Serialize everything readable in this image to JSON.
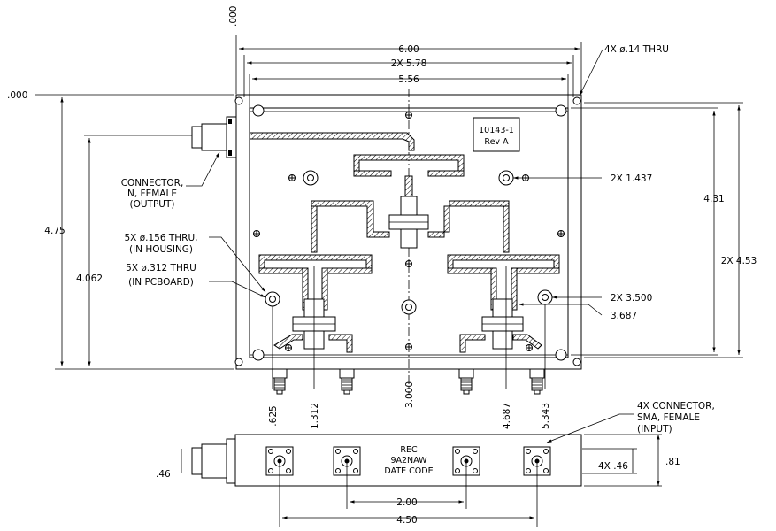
{
  "drawing": {
    "top_dims": {
      "overall": "6.00",
      "holes": "2X 5.78",
      "inner": "5.56"
    },
    "origin_x": ".000",
    "origin_y": ".000",
    "mount_holes": "4X ø.14 THRU",
    "left_dims": {
      "height": "4.75",
      "conn_height": "4.062"
    },
    "right_dims": {
      "inner": "4.31",
      "holes": "2X 4.53"
    },
    "label_block": [
      "10143-1",
      "Rev A"
    ],
    "output_connector": [
      "CONNECTOR,",
      "N, FEMALE",
      "(OUTPUT)"
    ],
    "housing_holes": [
      "5X ø.156 THRU,",
      "(IN HOUSING)"
    ],
    "pcb_holes": [
      "5X ø.312 THRU",
      "(IN PCBOARD)"
    ],
    "right_callouts": {
      "top_hole": "2X 1.437",
      "mid_hole": "2X  3.500",
      "lower": "3.687"
    },
    "bottom_dims": [
      ".625",
      "1.312",
      "3.000",
      "4.687",
      "5.343"
    ],
    "input_connector": [
      "4X CONNECTOR,",
      "SMA, FEMALE",
      "(INPUT)"
    ],
    "side_view": {
      "marking": [
        "REC",
        "9A2NAW",
        "DATE CODE"
      ],
      "left_dim": ".46",
      "right_dim": "4X .46",
      "height": ".81",
      "pitch": "2.00",
      "span": "4.50"
    }
  }
}
